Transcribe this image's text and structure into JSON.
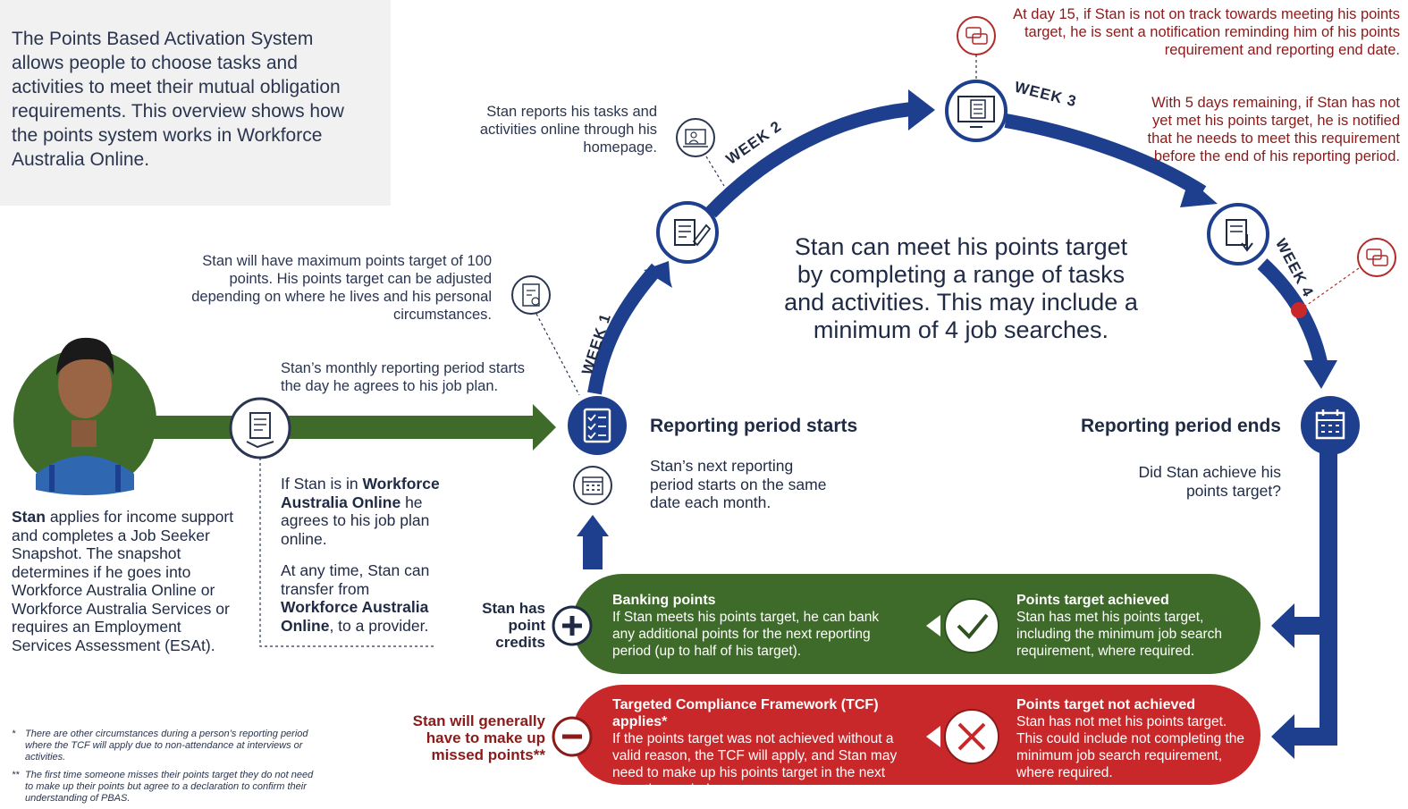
{
  "intro": {
    "text": "The Points Based Activation System allows people to choose tasks and activities to meet their mutual obligation requirements. This overview shows how the points system works in Workforce Australia Online."
  },
  "notes": {
    "day15": "At day 15, if Stan is not on track towards meeting his points target, he is sent a notification reminding him of his points requirement and reporting end date.",
    "five_days": "With 5 days remaining, if Stan has not yet met his points target, he is notified that he needs to meet this requirement before the end of his reporting period.",
    "reports": "Stan reports his tasks and activities online through his homepage.",
    "max_points": "Stan will have maximum points target of 100 points. His points target can be adjusted depending on where he lives and his personal circumstances.",
    "monthly": "Stan’s monthly reporting period starts the day he agrees to his job plan.",
    "center": "Stan can meet his points target by completing a range of tasks and activities. This may include a minimum of 4 job searches."
  },
  "weeks": {
    "w1": "WEEK 1",
    "w2": "WEEK 2",
    "w3": "WEEK 3",
    "w4": "WEEK 4"
  },
  "reporting": {
    "starts_title": "Reporting period starts",
    "starts_body": "Stan’s next reporting period starts on the same date each month.",
    "ends_title": "Reporting period ends",
    "ends_body": "Did Stan achieve his points target?"
  },
  "stan": {
    "name": "Stan",
    "desc": "applies for income support and completes a Job Seeker Snapshot. The snapshot determines if he goes into Workforce Australia Online or Workforce Australia Services or requires an Employment Services Assessment (ESAt)."
  },
  "plan": {
    "p1_a": "If Stan is in",
    "p1_b": "Workforce Australia Online",
    "p1_c": "he agrees to his job plan online.",
    "p2_a": "At any time, Stan can transfer from",
    "p2_b": "Workforce Australia Online",
    "p2_c": ", to a provider."
  },
  "green_pill": {
    "side_label": "Stan has point credits",
    "banking_title": "Banking points",
    "banking_body": "If Stan meets his points target, he can bank any additional points for the next reporting period (up to half of his target).",
    "achieved_title": "Points target achieved",
    "achieved_body": "Stan has met his points target, including the minimum job search requirement, where required."
  },
  "red_pill": {
    "side_label": "Stan will generally have to make up missed points**",
    "tcf_title": "Targeted Compliance Framework (TCF) applies*",
    "tcf_body": "If the points target was not achieved without a valid reason, the TCF will apply, and Stan may need to make up his points target in the next reporting period.",
    "not_title": "Points target not achieved",
    "not_body": "Stan has not met his points target. This could include not completing the minimum job search requirement, where required."
  },
  "footnotes": {
    "f1_mark": "*",
    "f1": "There are other circumstances during a person’s reporting period where the TCF will apply due to non-attendance at interviews or activities.",
    "f2_mark": "**",
    "f2": "The first time someone misses their points target they do not need to make up their points but agree to a declaration to confirm their understanding of PBAS."
  },
  "colors": {
    "navy": "#1d3f8e",
    "green": "#3f6b2a",
    "red": "#c9282a",
    "darkred": "#8b1a1a"
  }
}
